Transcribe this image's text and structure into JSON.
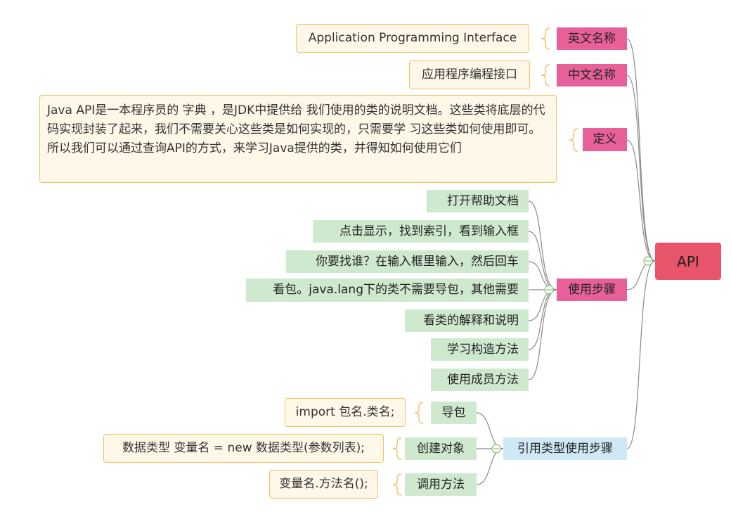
{
  "root": {
    "label": "API"
  },
  "branches": {
    "english_name": {
      "label": "英文名称",
      "detail": "Application Programming Interface"
    },
    "chinese_name": {
      "label": "中文名称",
      "detail": "应用程序编程接口"
    },
    "definition": {
      "label": "定义",
      "detail": "Java API是一本程序员的 字典 ，是JDK中提供给 我们使用的类的说明文档。这些类将底层的代码实现封装了起来，我们不需要关心这些类是如何实现的，只需要学 习这些类如何使用即可。所以我们可以通过查询API的方式，来学习Java提供的类，并得知如何使用它们"
    },
    "usage_steps": {
      "label": "使用步骤",
      "items": [
        "打开帮助文档",
        "点击显示，找到索引，看到输入框",
        "你要找谁？在输入框里输入，然后回车",
        "看包。java.lang下的类不需要导包，其他需要",
        "看类的解释和说明",
        "学习构造方法",
        "使用成员方法"
      ]
    },
    "ref_type_steps": {
      "label": "引用类型使用步骤",
      "items": [
        {
          "label": "导包",
          "detail": "import 包名.类名;"
        },
        {
          "label": "创建对象",
          "detail": "数据类型 变量名 = new 数据类型(参数列表);"
        },
        {
          "label": "调用方法",
          "detail": "变量名.方法名();"
        }
      ]
    }
  },
  "colors": {
    "root": "#e8546a",
    "topic": "#e8609a",
    "subtopic_green": "#cfe9cf",
    "subtopic_blue": "#cfe8f5",
    "card_fill": "#fff8e8",
    "card_border": "#f1c163",
    "connector": "#888888"
  }
}
